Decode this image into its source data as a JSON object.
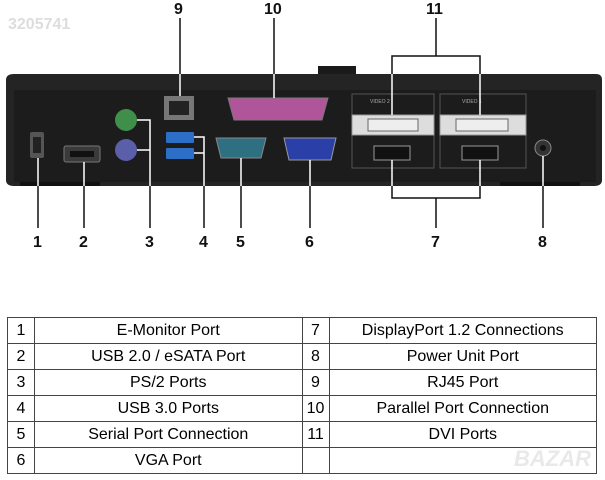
{
  "watermark": "3205741",
  "brand_watermark": "BAZAR",
  "callouts": {
    "top": [
      "9",
      "10",
      "11"
    ],
    "bottom": [
      "1",
      "2",
      "3",
      "4",
      "5",
      "6",
      "7",
      "8"
    ]
  },
  "port_labels": {
    "video2": "VIDEO 2",
    "video1": "VIDEO 1"
  },
  "legend": {
    "rows": [
      {
        "n1": "1",
        "d1": "E-Monitor Port",
        "n2": "7",
        "d2": "DisplayPort 1.2 Connections"
      },
      {
        "n1": "2",
        "d1": "USB 2.0 / eSATA Port",
        "n2": "8",
        "d2": "Power Unit Port"
      },
      {
        "n1": "3",
        "d1": "PS/2 Ports",
        "n2": "9",
        "d2": "RJ45 Port"
      },
      {
        "n1": "4",
        "d1": "USB 3.0 Ports",
        "n2": "10",
        "d2": "Parallel Port Connection"
      },
      {
        "n1": "5",
        "d1": "Serial Port Connection",
        "n2": "11",
        "d2": "DVI Ports"
      },
      {
        "n1": "6",
        "d1": "VGA Port",
        "n2": "",
        "d2": ""
      }
    ]
  }
}
